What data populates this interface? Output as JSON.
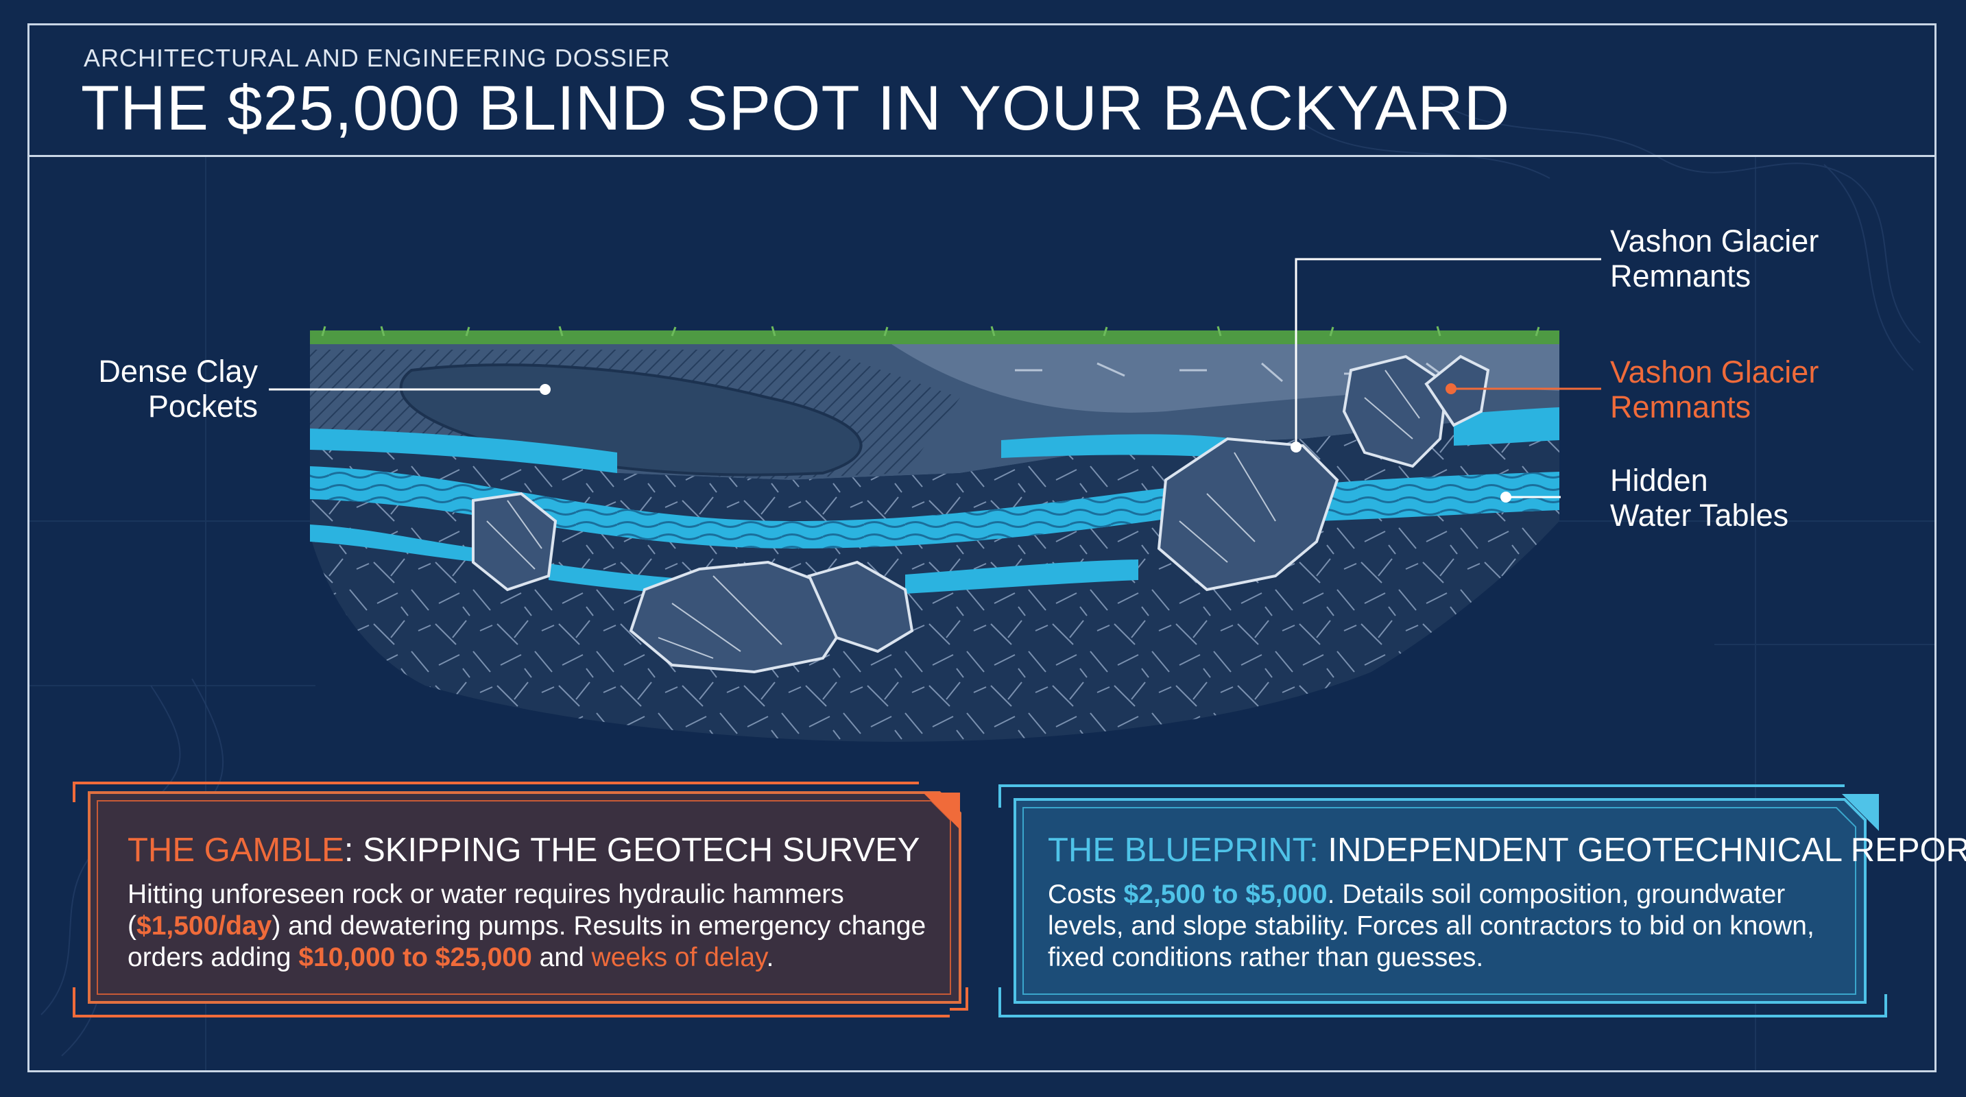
{
  "header": {
    "kicker": "ARCHITECTURAL AND ENGINEERING DOSSIER",
    "title": "THE $25,000 BLIND SPOT IN YOUR BACKYARD"
  },
  "labels": {
    "clay": [
      "Dense Clay",
      "Pockets"
    ],
    "glacier_top": [
      "Vashon Glacier",
      "Remnants"
    ],
    "glacier_orange": [
      "Vashon Glacier",
      "Remnants"
    ],
    "water": [
      "Hidden",
      "Water Tables"
    ]
  },
  "gamble": {
    "title_accent": "THE GAMBLE",
    "title_rest": ": SKIPPING THE GEOTECH SURVEY",
    "body": {
      "p1": "Hitting unforeseen rock or water requires hydraulic hammers (",
      "rate": "$1,500/day",
      "p2": ") and dewatering pumps. Results in emergency change orders adding ",
      "cost": "$10,000 to $25,000",
      "p3": " and ",
      "delay": "weeks of delay",
      "p4": "."
    }
  },
  "blueprint": {
    "title_accent": "THE BLUEPRINT:",
    "title_rest": " INDEPENDENT GEOTECHNICAL REPORT",
    "body": {
      "p1": "Costs ",
      "cost": "$2,500 to $5,000",
      "p2": ". Details soil composition, groundwater levels, and slope stability. Forces all contractors to bid on known, fixed conditions rather than guesses."
    }
  },
  "colors": {
    "background": "#10294f",
    "accent_orange": "#f06b3a",
    "accent_cyan": "#4fc3e8",
    "water": "#2bb3e0",
    "grass": "#4e9a43"
  }
}
